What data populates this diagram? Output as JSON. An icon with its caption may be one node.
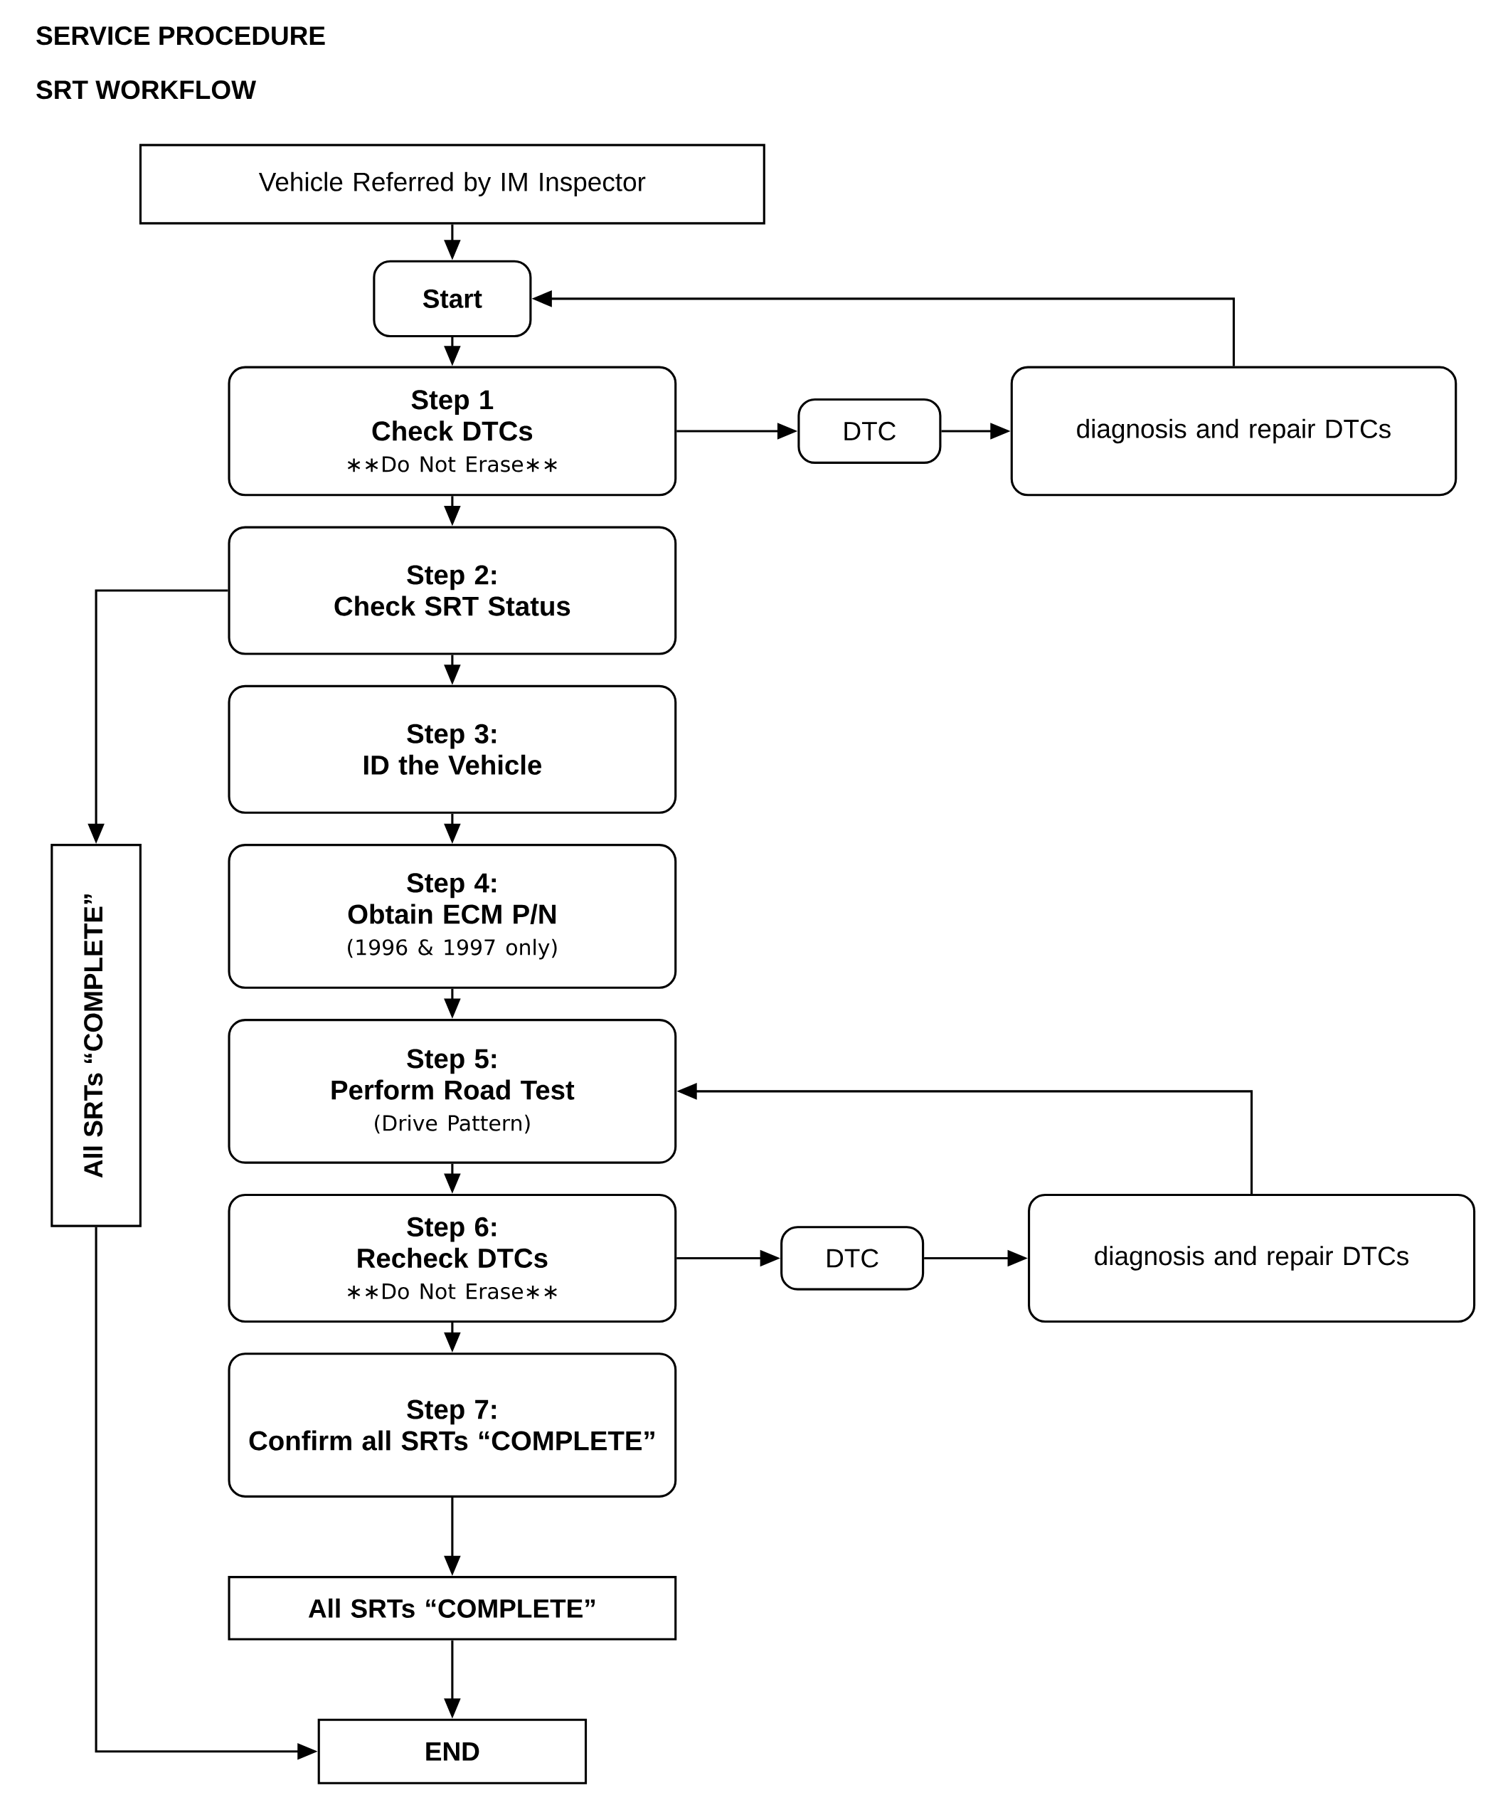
{
  "diagram": {
    "title": "SERVICE PROCEDURE",
    "nodes": [
      {
        "text": [
          "Vehicle Referred by IM Inspector"
        ]
      },
      {
        "text": [
          "Start"
        ]
      },
      {
        "text": [
          "Step 1",
          "Check DTCs",
          "∗∗Do Not Erase∗∗"
        ]
      },
      {
        "text": [
          "DTC"
        ]
      },
      {
        "text": [
          "diagnosis and repair DTCs"
        ]
      },
      {
        "text": [
          "Step 2:",
          "Check SRT Status"
        ]
      },
      {
        "text": [
          "Step 3:",
          "ID the Vehicle"
        ]
      },
      {
        "text": [
          "Step 4:",
          "Obtain ECM P/N",
          "(1996 & 1997 only)"
        ]
      },
      {
        "text": [
          "Step 5:",
          "Perform Road Test",
          "(Drive Pattern)"
        ]
      },
      {
        "text": [
          "Step 6:",
          "Recheck DTCs",
          "∗∗Do Not Erase∗∗"
        ]
      },
      {
        "text": [
          "DTC"
        ]
      },
      {
        "text": [
          "diagnosis and repair DTCs"
        ]
      },
      {
        "text": [
          "Step 7:",
          "Confirm all SRTs “COMPLETE”"
        ]
      },
      {
        "text": [
          "All SRTs “COMPLETE”"
        ]
      },
      {
        "text": [
          "END"
        ]
      },
      {
        "text": [
          "All SRTs “COMPLETE”"
        ]
      }
    ],
    "edges": [
      {
        "from": 0,
        "to": 1,
        "arrow": "to"
      },
      {
        "from": 1,
        "to": 2,
        "arrow": "to"
      },
      {
        "from": 2,
        "to": 3,
        "arrow": "to"
      },
      {
        "from": 3,
        "to": 4,
        "arrow": "to"
      },
      {
        "from": 4,
        "to": 1,
        "arrow": "to"
      },
      {
        "from": 2,
        "to": 5,
        "arrow": "to"
      },
      {
        "from": 5,
        "to": 6,
        "arrow": "to"
      },
      {
        "from": 6,
        "to": 7,
        "arrow": "to"
      },
      {
        "from": 7,
        "to": 8,
        "arrow": "to"
      },
      {
        "from": 8,
        "to": 9,
        "arrow": "to"
      },
      {
        "from": 9,
        "to": 10,
        "arrow": "to"
      },
      {
        "from": 10,
        "to": 11,
        "arrow": "to"
      },
      {
        "from": 11,
        "to": 8,
        "arrow": "to"
      },
      {
        "from": 9,
        "to": 12,
        "arrow": "to"
      },
      {
        "from": 12,
        "to": 13,
        "arrow": "to"
      },
      {
        "from": 13,
        "to": 14,
        "arrow": "to"
      },
      {
        "from": 5,
        "to": 15,
        "arrow": "to"
      },
      {
        "from": 15,
        "to": 14,
        "arrow": "to"
      }
    ],
    "labels": [
      "SRT WORKFLOW"
    ]
  }
}
